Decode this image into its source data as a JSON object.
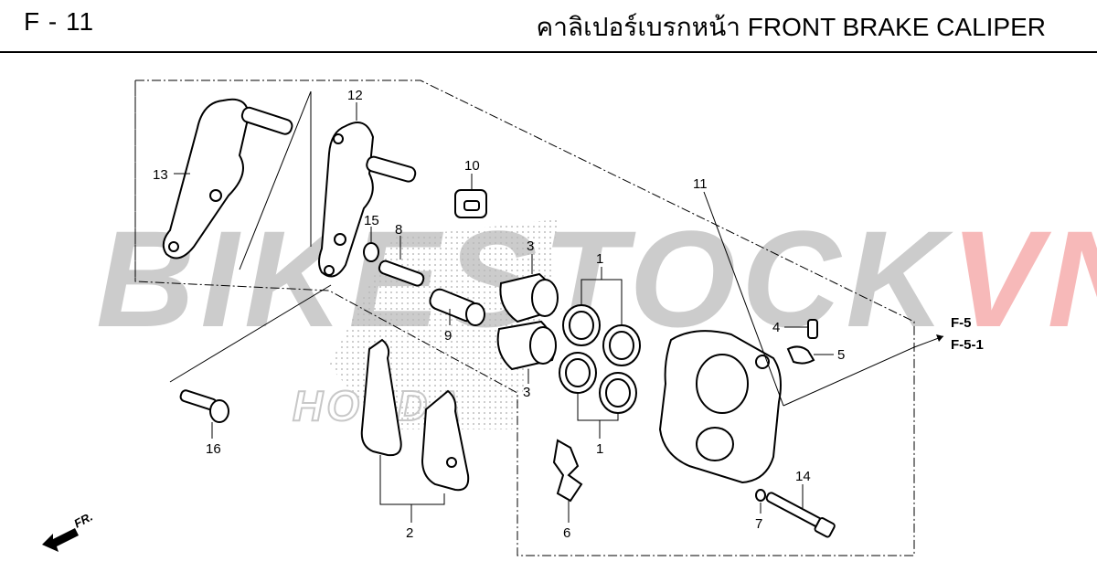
{
  "header": {
    "page_code": "F - 11",
    "title": "คาลิเปอร์เบรกหน้า  FRONT BRAKE CALIPER"
  },
  "watermark": {
    "part_a": "BIKESTOCK",
    "part_b": "VN",
    "emblem_text": "HONDA"
  },
  "callouts": {
    "p1_top": "1",
    "p1_bottom": "1",
    "p2": "2",
    "p3_top": "3",
    "p3_bottom": "3",
    "p4": "4",
    "p5": "5",
    "p6": "6",
    "p7": "7",
    "p8": "8",
    "p9": "9",
    "p10": "10",
    "p11": "11",
    "p12": "12",
    "p13": "13",
    "p14": "14",
    "p15": "15",
    "p16": "16"
  },
  "references": {
    "ref1": "F-5",
    "ref2": "F-5-1"
  },
  "direction": {
    "label": "FR."
  },
  "colors": {
    "watermark_gray": "#787878",
    "watermark_red": "#eb5050",
    "line": "#000000"
  }
}
